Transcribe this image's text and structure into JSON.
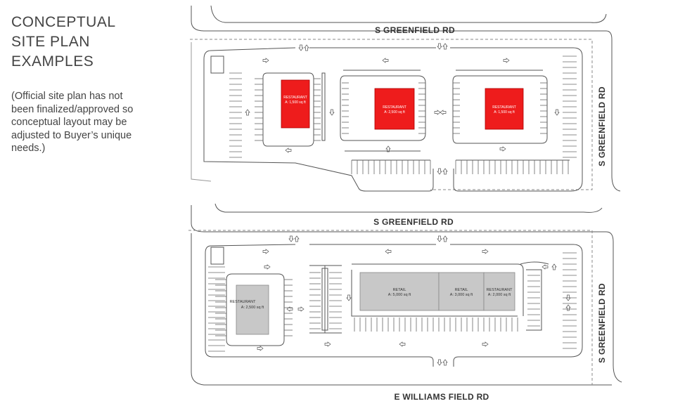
{
  "title_lines": [
    "CONCEPTUAL",
    "SITE PLAN",
    "EXAMPLES"
  ],
  "note_lines": [
    "(Official site plan has not",
    "been finalized/approved so",
    "conceptual layout may be",
    "adjusted to Buyer’s unique",
    "needs.)"
  ],
  "plan1": {
    "road_top": "S GREENFIELD RD",
    "road_right": "S GREENFIELD RD",
    "buildings": [
      {
        "name": "RESTAURANT",
        "area": "A: 1,500 sq ft"
      },
      {
        "name": "RESTAURANT",
        "area": "A: 2,500 sq ft"
      },
      {
        "name": "RESTAURANT",
        "area": "A: 1,500 sq ft"
      }
    ]
  },
  "plan2": {
    "road_top": "S GREENFIELD RD",
    "road_right": "S GREENFIELD RD",
    "road_bottom": "E WILLIAMS FIELD RD",
    "buildings": [
      {
        "name": "RESTAURANT",
        "area": "A: 2,500 sq ft"
      },
      {
        "name": "RETAIL",
        "area": "A: 5,000 sq ft"
      },
      {
        "name": "RETAIL",
        "area": "A: 3,000 sq ft"
      },
      {
        "name": "RESTAURANT",
        "area": "A: 2,000 sq ft"
      }
    ]
  },
  "colors": {
    "restaurant_red": "#ee1c1c",
    "building_gray": "#c8c8c8",
    "line": "#555555"
  }
}
